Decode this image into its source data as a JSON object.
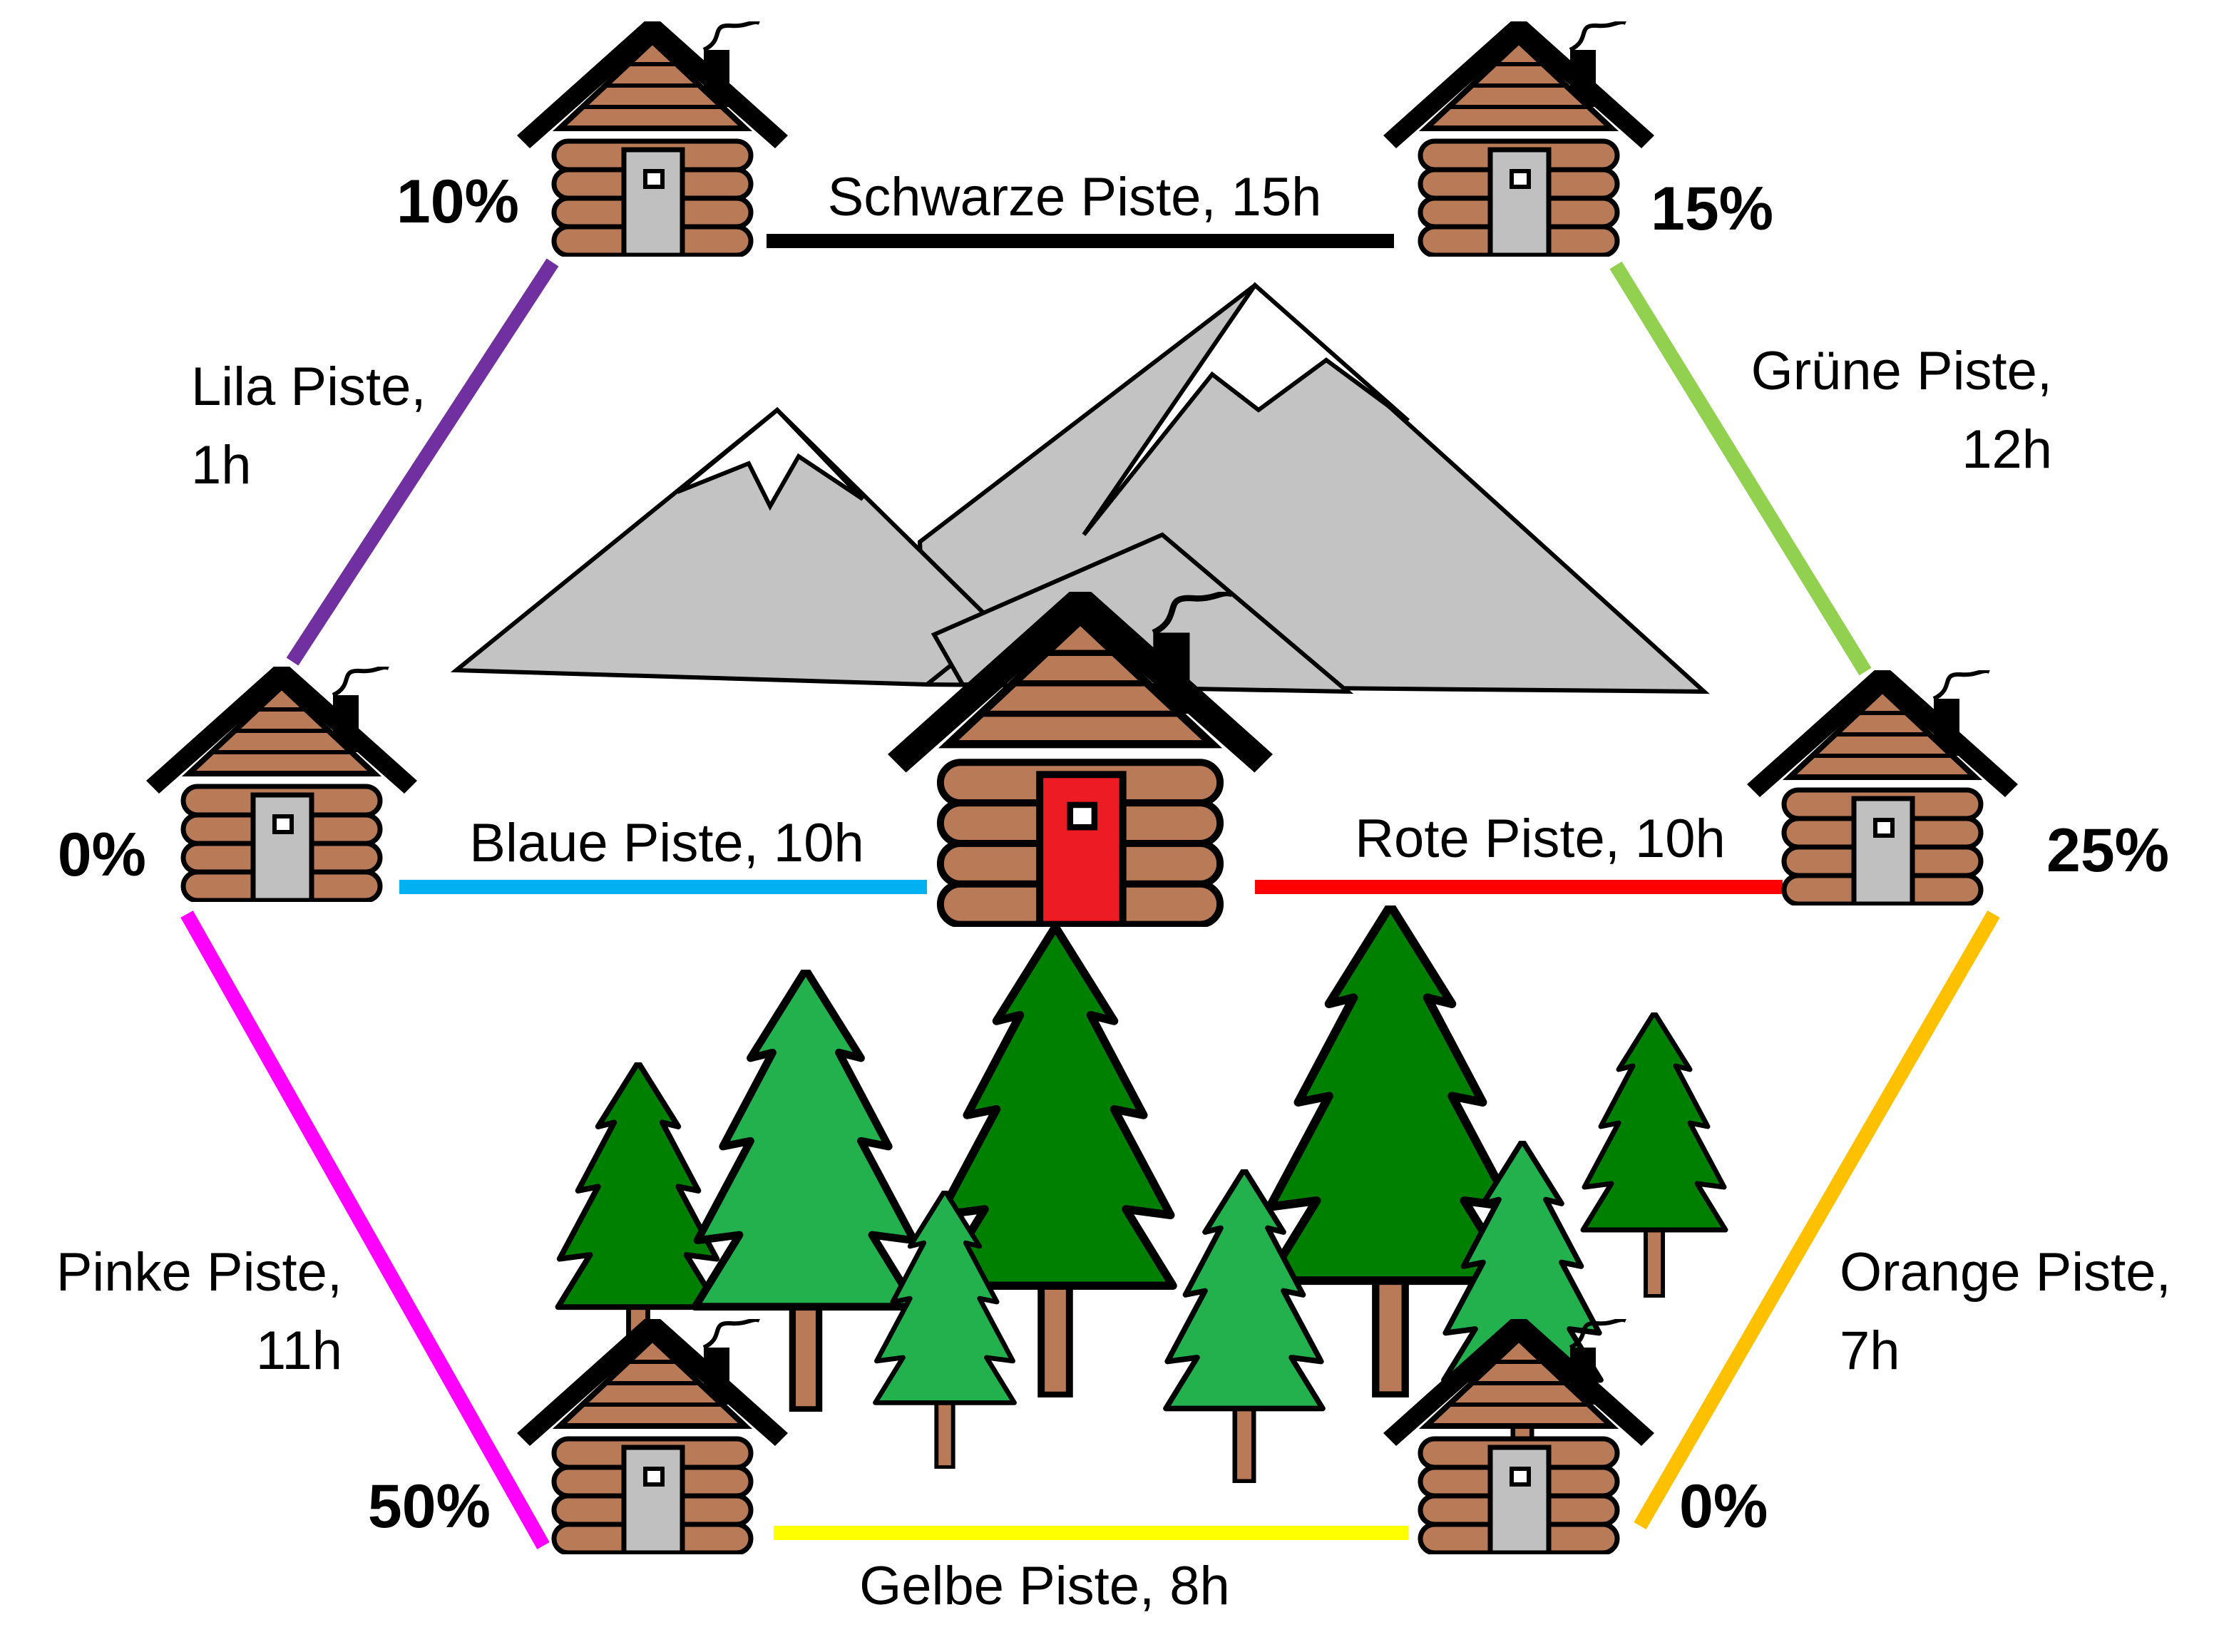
{
  "colors": {
    "lila": "#7030a0",
    "schwarz": "#000000",
    "gruen": "#92d050",
    "blau": "#00b0f0",
    "rot": "#ff0000",
    "pink": "#ff00ff",
    "orange": "#ffc000",
    "gelb": "#ffff00",
    "cabin_wood": "#b97a57",
    "cabin_door": "#c0c0c0",
    "main_door": "#ed1c24",
    "mountain": "#c3c3c3",
    "tree_dark": "#008000",
    "tree_light": "#22b14c",
    "trunk": "#b97a57"
  },
  "pistes": {
    "schwarz": "Schwarze Piste, 15h",
    "lila_1": "Lila Piste,",
    "lila_2": "1h",
    "gruen_1": "Grüne Piste,",
    "gruen_2": "12h",
    "blau": "Blaue Piste, 10h",
    "rot": "Rote Piste, 10h",
    "pink_1": "Pinke Piste,",
    "pink_2": "11h",
    "orange_1": "Orange Piste,",
    "orange_2": "7h",
    "gelb": "Gelbe Piste, 8h"
  },
  "huts": {
    "top_left": "10%",
    "top_right": "15%",
    "mid_left": "0%",
    "mid_right": "25%",
    "bottom_left": "50%",
    "bottom_right": "0%"
  },
  "icons": {
    "cabin": "log-cabin-icon",
    "main_cabin": "main-log-cabin-icon",
    "mountain": "mountain-icon",
    "tree": "pine-tree-icon"
  }
}
